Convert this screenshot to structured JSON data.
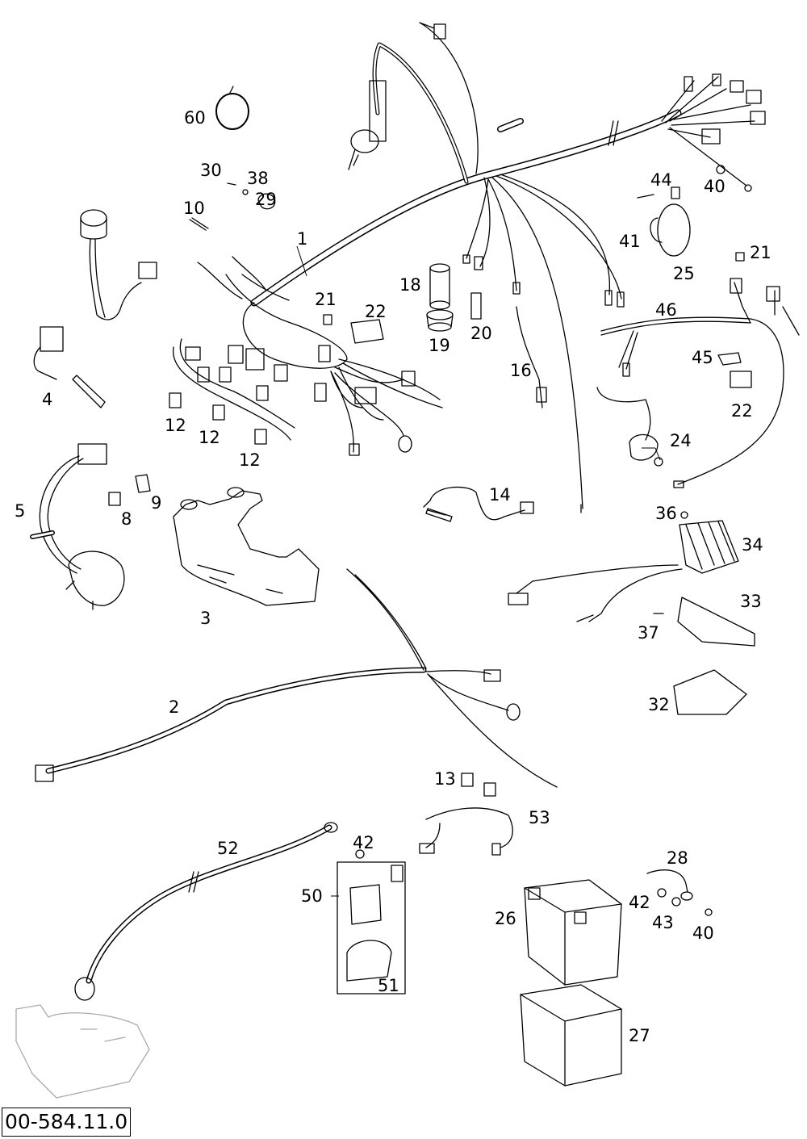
{
  "reference_code": "00-584.11.0",
  "callouts": [
    {
      "id": "c60",
      "text": "60"
    },
    {
      "id": "c30",
      "text": "30"
    },
    {
      "id": "c38",
      "text": "38"
    },
    {
      "id": "c29",
      "text": "29"
    },
    {
      "id": "c10",
      "text": "10"
    },
    {
      "id": "c1",
      "text": "1"
    },
    {
      "id": "c44",
      "text": "44"
    },
    {
      "id": "c40a",
      "text": "40"
    },
    {
      "id": "c41",
      "text": "41"
    },
    {
      "id": "c25",
      "text": "25"
    },
    {
      "id": "c21a",
      "text": "21"
    },
    {
      "id": "c18",
      "text": "18"
    },
    {
      "id": "c21b",
      "text": "21"
    },
    {
      "id": "c22a",
      "text": "22"
    },
    {
      "id": "c19",
      "text": "19"
    },
    {
      "id": "c20",
      "text": "20"
    },
    {
      "id": "c46",
      "text": "46"
    },
    {
      "id": "c4",
      "text": "4"
    },
    {
      "id": "c16",
      "text": "16"
    },
    {
      "id": "c45",
      "text": "45"
    },
    {
      "id": "c22b",
      "text": "22"
    },
    {
      "id": "c12a",
      "text": "12"
    },
    {
      "id": "c12b",
      "text": "12"
    },
    {
      "id": "c12c",
      "text": "12"
    },
    {
      "id": "c24",
      "text": "24"
    },
    {
      "id": "c5",
      "text": "5"
    },
    {
      "id": "c9",
      "text": "9"
    },
    {
      "id": "c8",
      "text": "8"
    },
    {
      "id": "c14",
      "text": "14"
    },
    {
      "id": "c36",
      "text": "36"
    },
    {
      "id": "c34",
      "text": "34"
    },
    {
      "id": "c3",
      "text": "3"
    },
    {
      "id": "c33",
      "text": "33"
    },
    {
      "id": "c37",
      "text": "37"
    },
    {
      "id": "c2",
      "text": "2"
    },
    {
      "id": "c32",
      "text": "32"
    },
    {
      "id": "c13",
      "text": "13"
    },
    {
      "id": "c53",
      "text": "53"
    },
    {
      "id": "c52",
      "text": "52"
    },
    {
      "id": "c42a",
      "text": "42"
    },
    {
      "id": "c28",
      "text": "28"
    },
    {
      "id": "c50",
      "text": "50"
    },
    {
      "id": "c26",
      "text": "26"
    },
    {
      "id": "c42b",
      "text": "42"
    },
    {
      "id": "c43",
      "text": "43"
    },
    {
      "id": "c40b",
      "text": "40"
    },
    {
      "id": "c51",
      "text": "51"
    },
    {
      "id": "c27",
      "text": "27"
    }
  ]
}
